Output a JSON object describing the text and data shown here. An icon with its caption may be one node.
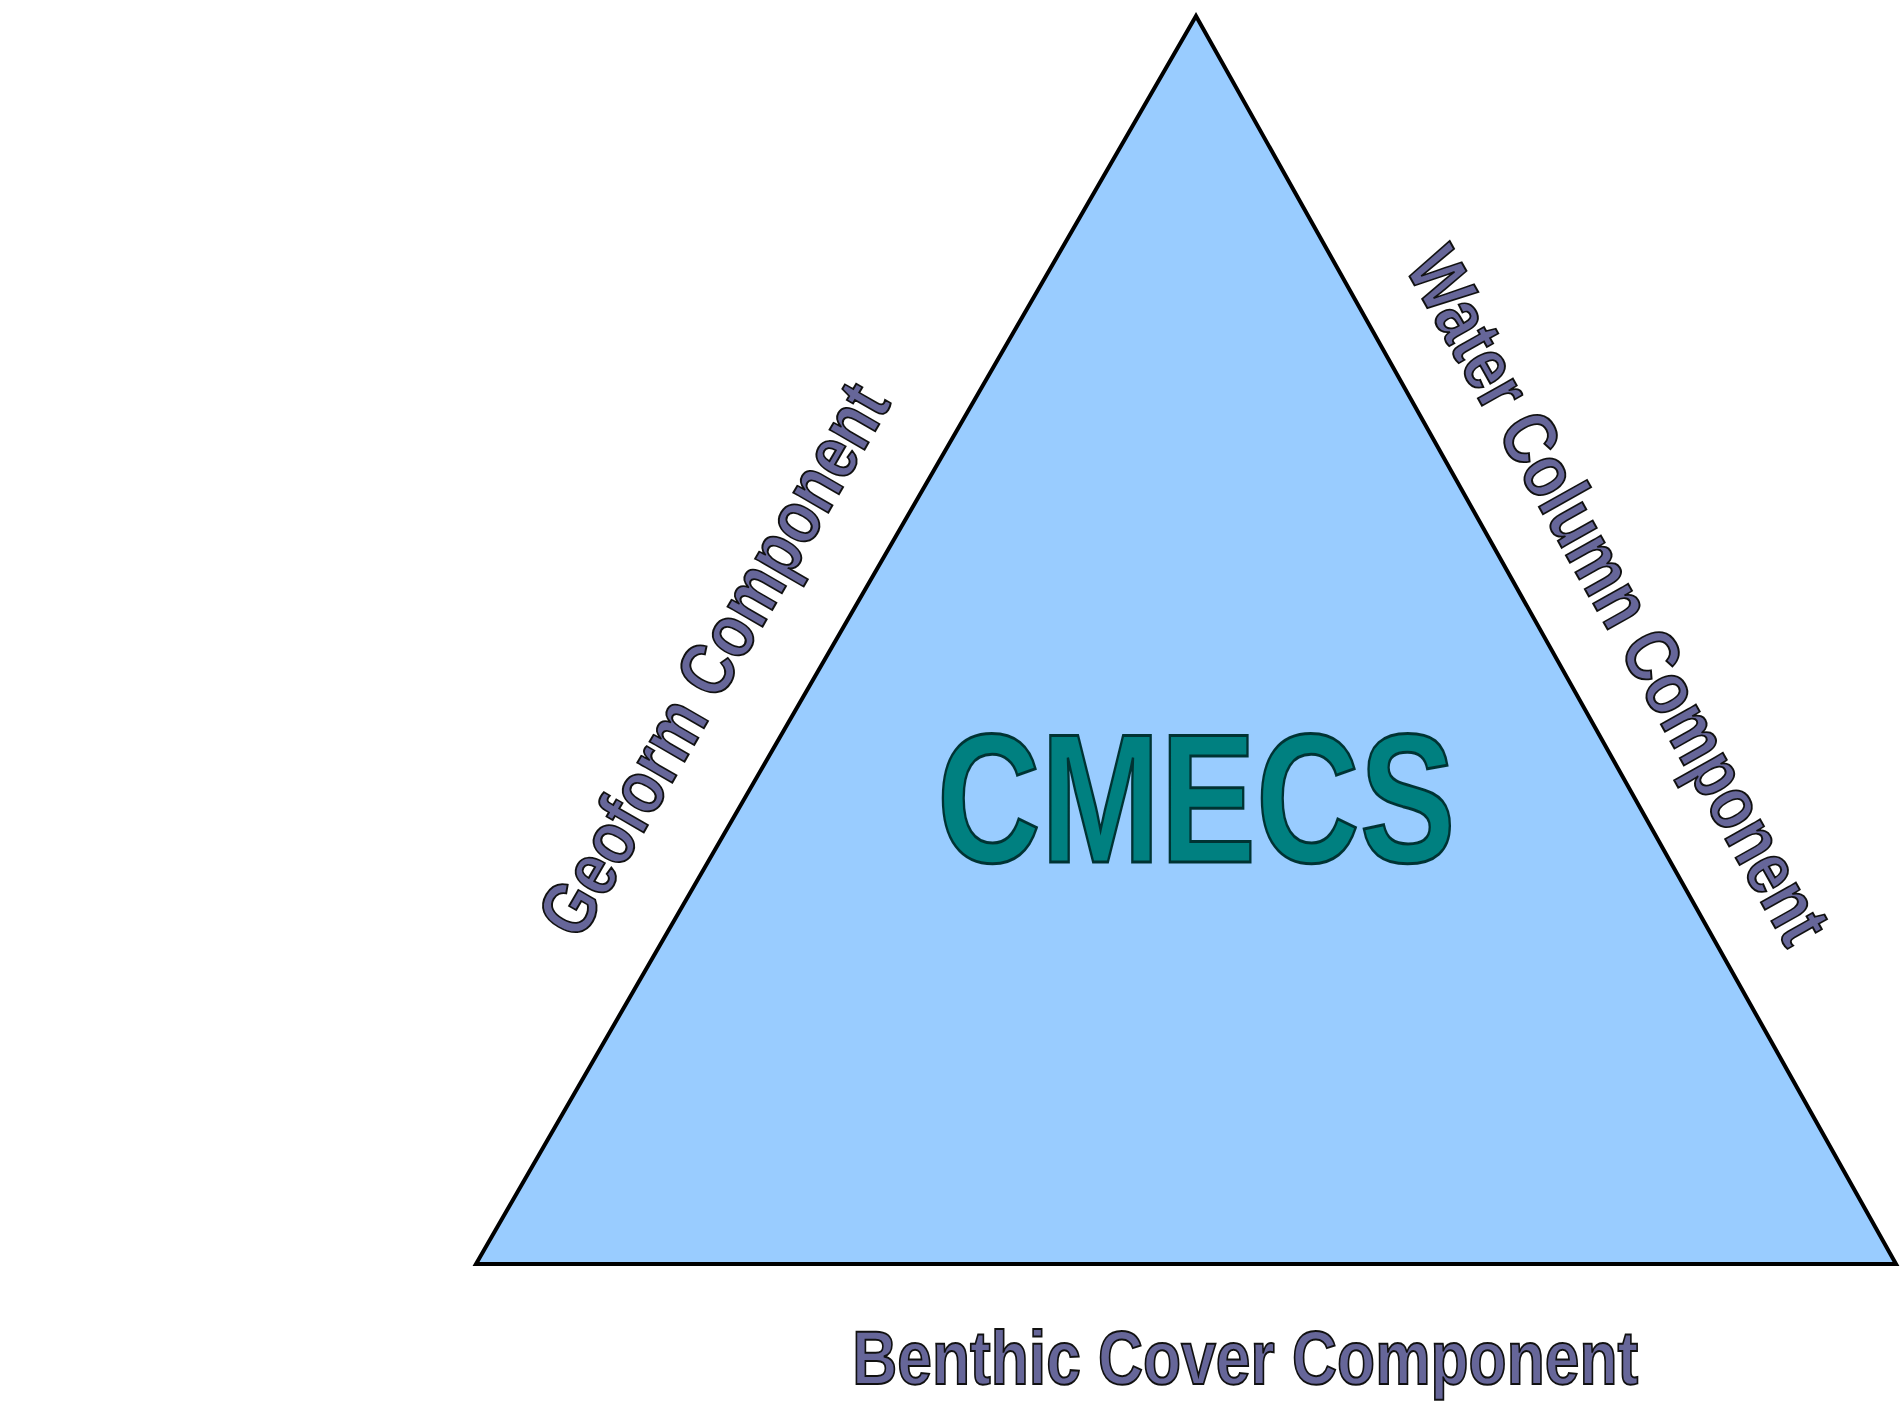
{
  "diagram": {
    "nodes": [
      {
        "text": [
          "CMECS"
        ]
      }
    ],
    "labels": [
      "Geoform Component",
      "Water Column Component",
      "Benthic Cover Component"
    ]
  }
}
